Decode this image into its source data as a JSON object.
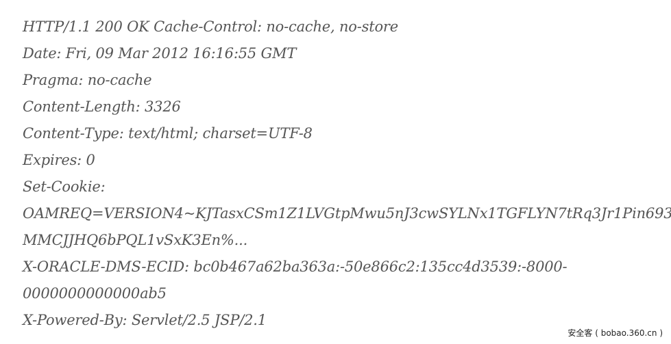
{
  "document": {
    "lines": [
      "HTTP/1.1 200 OK Cache-Control: no-cache, no-store",
      "Date: Fri, 09 Mar 2012 16:16:55 GMT",
      "Pragma: no-cache",
      "Content-Length: 3326",
      "Content-Type: text/html; charset=UTF-8",
      "Expires: 0",
      "Set-Cookie:",
      "OAMREQ=VERSION4~KJTasxCSm1Z1LVGtpMwu5nJ3cwSYLNx1TGFLYN7tRq3Jr1Pin693",
      "MMCJJHQ6bPQL1vSxK3En%...",
      "X-ORACLE-DMS-ECID: bc0b467a62ba363a:-50e866c2:135cc4d3539:-8000-",
      "0000000000000ab5",
      "X-Powered-By: Servlet/2.5 JSP/2.1"
    ]
  },
  "watermark": {
    "text": "安全客 ( bobao.360.cn )"
  }
}
